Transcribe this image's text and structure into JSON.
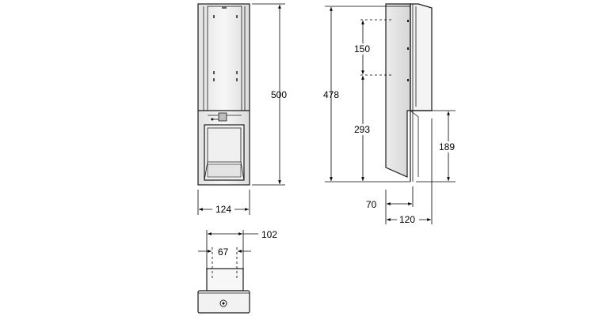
{
  "dimensions": {
    "front_height": "500",
    "front_width": "124",
    "side_total_height": "478",
    "side_top_spacing": "150",
    "side_lower_spacing": "293",
    "side_bottom_section": "189",
    "side_depth_min": "70",
    "side_depth_total": "120",
    "bottom_width": "102",
    "bottom_hole_spacing": "67"
  }
}
